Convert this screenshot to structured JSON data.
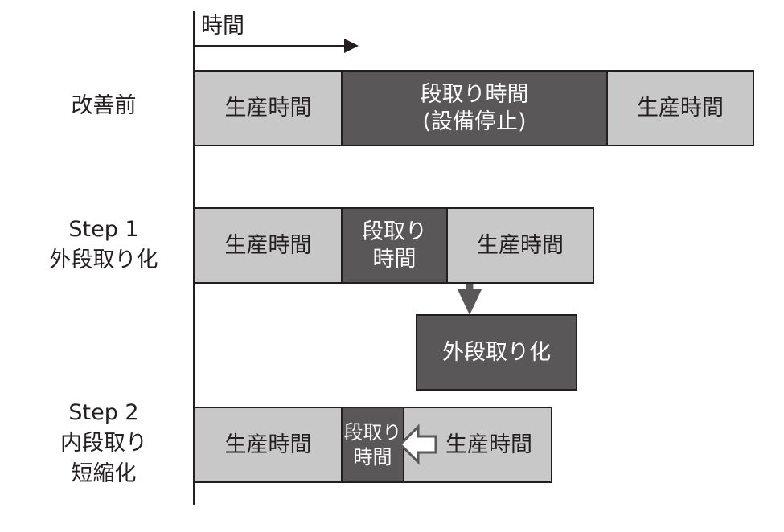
{
  "axis": {
    "label": "時間"
  },
  "rows": {
    "before": {
      "label": "改善前"
    },
    "step1": {
      "label_line1": "Step 1",
      "label_line2": "外段取り化"
    },
    "step2": {
      "label_line1": "Step 2",
      "label_line2": "内段取り",
      "label_line3": "短縮化"
    }
  },
  "segments": {
    "production": "生産時間",
    "setup_line1": "段取り時間",
    "setup_line2": "(設備停止)",
    "setup_short_line1": "段取り",
    "setup_short_line2": "時間",
    "external_setup": "外段取り化"
  },
  "colors": {
    "light_block": "#c8c8c8",
    "dark_block": "#595757",
    "line": "#231f20",
    "arrow": "#595757"
  }
}
